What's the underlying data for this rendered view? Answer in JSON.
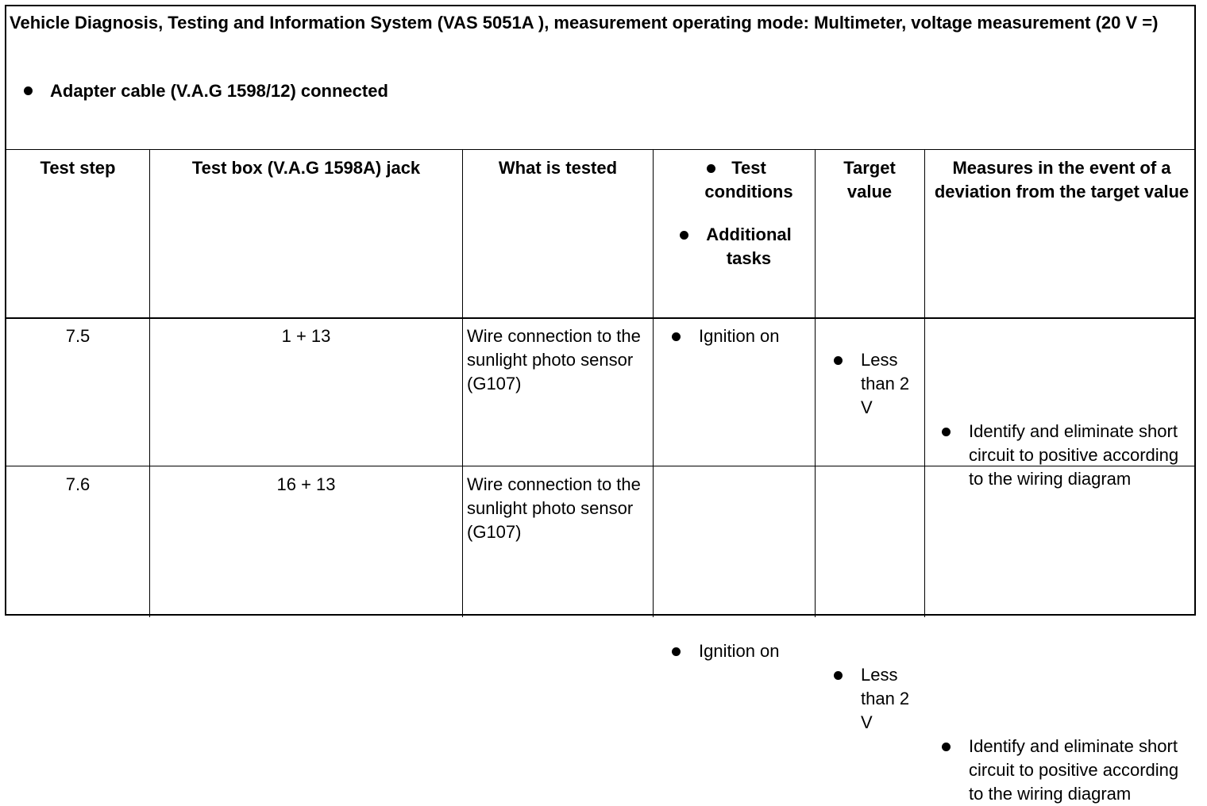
{
  "header": {
    "title": "Vehicle Diagnosis, Testing and Information System (VAS 5051A ), measurement operating mode: Multimeter, voltage measurement (20 V =)",
    "bullet": "Adapter cable (V.A.G 1598/12) connected"
  },
  "columns": {
    "test_step": "Test step",
    "jack": "Test box (V.A.G 1598A) jack",
    "what_tested": "What is tested",
    "conditions": "Test conditions",
    "additional": "Additional tasks",
    "target": "Target value",
    "measures": "Measures in the event of a deviation from the target value"
  },
  "rows": [
    {
      "step": "7.5",
      "jack": "1 + 13",
      "what": "Wire connection to the sunlight photo sensor (G107)",
      "condition": "Ignition on",
      "target": "Less than 2 V",
      "measure": "Identify and eliminate short circuit to positive according to the wiring diagram"
    },
    {
      "step": "7.6",
      "jack": "16 + 13",
      "what": "Wire connection to the sunlight photo sensor (G107)",
      "condition": "Ignition on",
      "target": "Less than 2 V",
      "measure": "Identify and eliminate short circuit to positive according to the wiring diagram"
    }
  ]
}
